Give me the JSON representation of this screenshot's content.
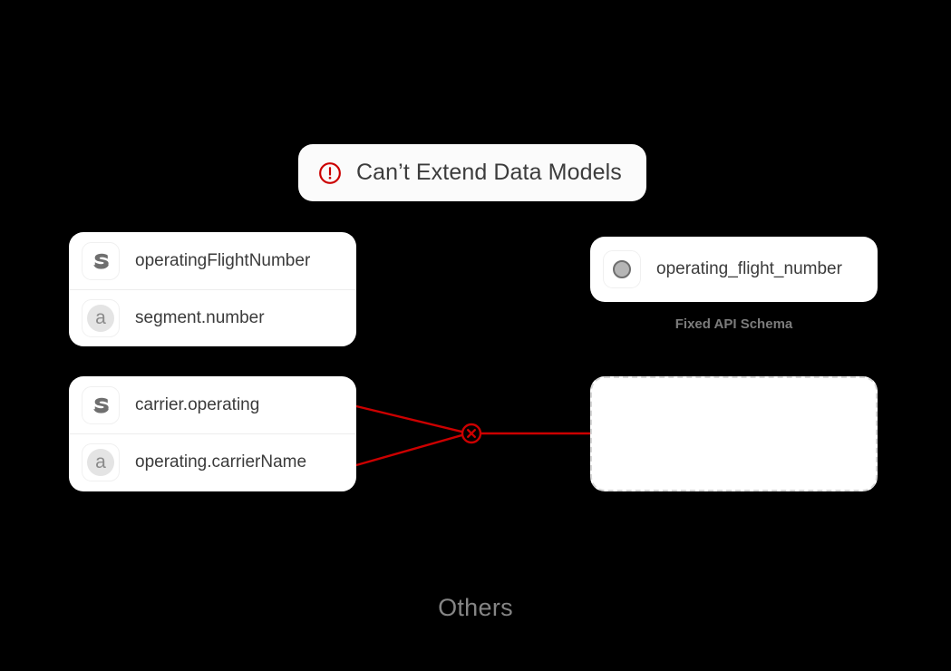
{
  "banner": {
    "icon": "error-circle-icon",
    "text": "Can’t Extend Data Models"
  },
  "left_group": {
    "cards": [
      {
        "name": "source-fields-card-1",
        "rows": [
          {
            "icon": "sabre-logo-icon",
            "label": "operatingFlightNumber"
          },
          {
            "icon": "amadeus-logo-icon",
            "label": "segment.number"
          }
        ]
      },
      {
        "name": "source-fields-card-2",
        "rows": [
          {
            "icon": "sabre-logo-icon",
            "label": "carrier.operating"
          },
          {
            "icon": "amadeus-logo-icon",
            "label": "operating.carrierName"
          }
        ]
      }
    ]
  },
  "right_group": {
    "schema_card": {
      "icon": "gray-dot-icon",
      "label": "operating_flight_number",
      "caption": "Fixed API Schema"
    },
    "empty_card": {
      "label": ""
    }
  },
  "connector": {
    "status_icon": "error-x-circle-icon",
    "color": "#cc0000"
  },
  "footer": {
    "label": "Others"
  },
  "colors": {
    "background": "#000000",
    "card": "#ffffff",
    "banner": "#fbfbfb",
    "text": "#3b3b3b",
    "muted_text": "#858585",
    "caption_text": "#7c7c7c",
    "error_red": "#cc0000",
    "divider": "#ededed",
    "dashed_border": "#d6d6d6"
  }
}
